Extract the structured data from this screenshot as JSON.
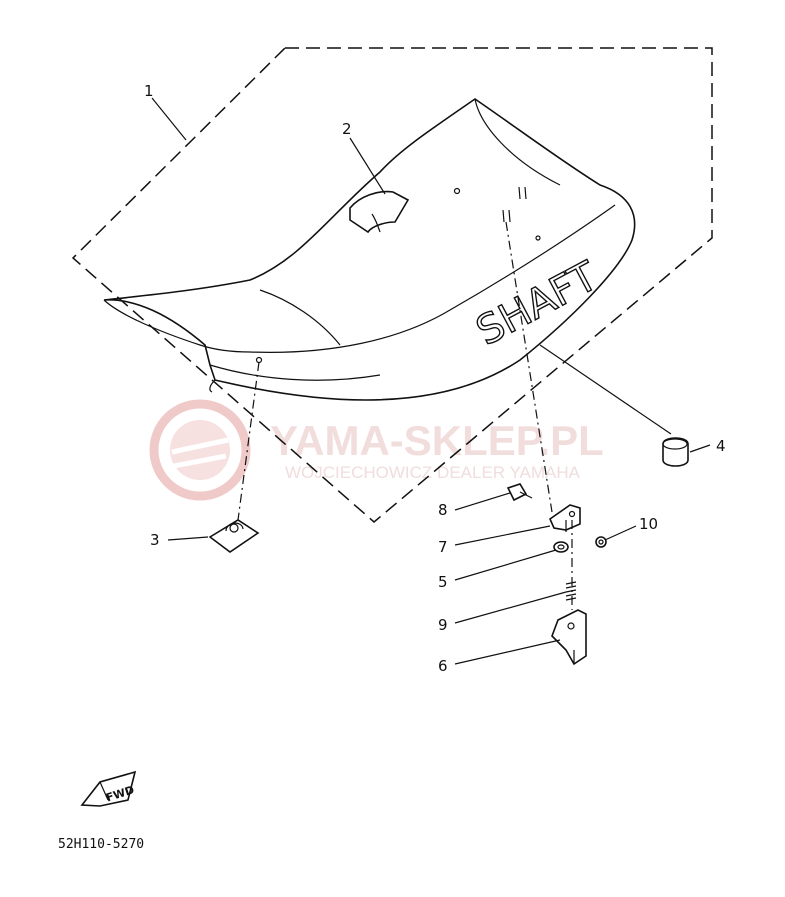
{
  "callouts": [
    {
      "id": "1",
      "label": "1"
    },
    {
      "id": "2",
      "label": "2"
    },
    {
      "id": "3",
      "label": "3"
    },
    {
      "id": "4",
      "label": "4"
    },
    {
      "id": "5",
      "label": "5"
    },
    {
      "id": "6",
      "label": "6"
    },
    {
      "id": "7",
      "label": "7"
    },
    {
      "id": "8",
      "label": "8"
    },
    {
      "id": "9",
      "label": "9"
    },
    {
      "id": "10",
      "label": "10"
    }
  ],
  "seat_lettering": "SHAFT",
  "watermark": {
    "title": "YAMA-SKLEP.PL",
    "subtitle": "WOJCIECHOWICZ DEALER YAMAHA"
  },
  "diagram_code": "52H110-5270",
  "fwd_badge": "FWD"
}
